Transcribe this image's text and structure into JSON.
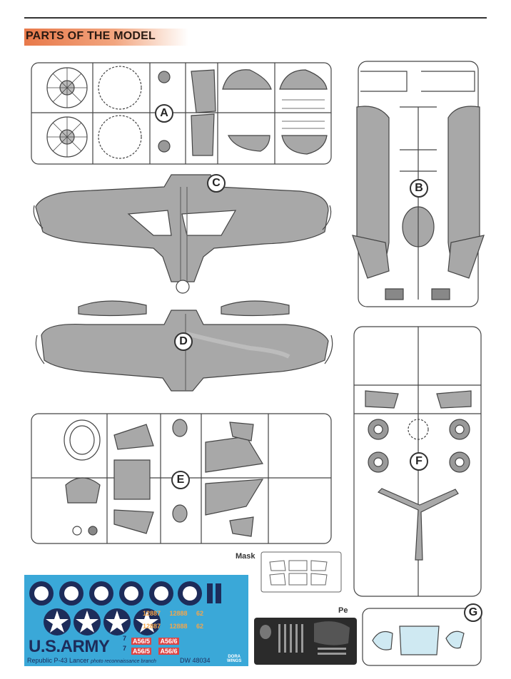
{
  "page": {
    "section_title": "PARTS OF THE MODEL"
  },
  "sprues": {
    "a": "A",
    "b": "B",
    "c": "C",
    "d": "D",
    "e": "E",
    "f": "F",
    "g": "G"
  },
  "extras": {
    "mask_label": "Mask",
    "pe_label": "Pe"
  },
  "decal_sheet": {
    "army_text": "U.S.ARMY",
    "caption_main": "Republic P-43 Lancer",
    "caption_sub": "photo reconnaissance branch",
    "product_code": "DW 48034",
    "brand_line1": "DORA",
    "brand_line2": "WINGS",
    "serials": [
      "A56/5",
      "A56/6",
      "A56/5",
      "A56/6"
    ],
    "numbers": [
      "7",
      "7"
    ],
    "orange_codes": [
      "12887",
      "12888",
      "12887",
      "12888",
      "62",
      "62"
    ]
  },
  "colors": {
    "header_accent": "#e8794a",
    "part_gray": "#a8a8a8",
    "decal_blue": "#3aa8d8",
    "insignia_navy": "#1d2c5a"
  }
}
